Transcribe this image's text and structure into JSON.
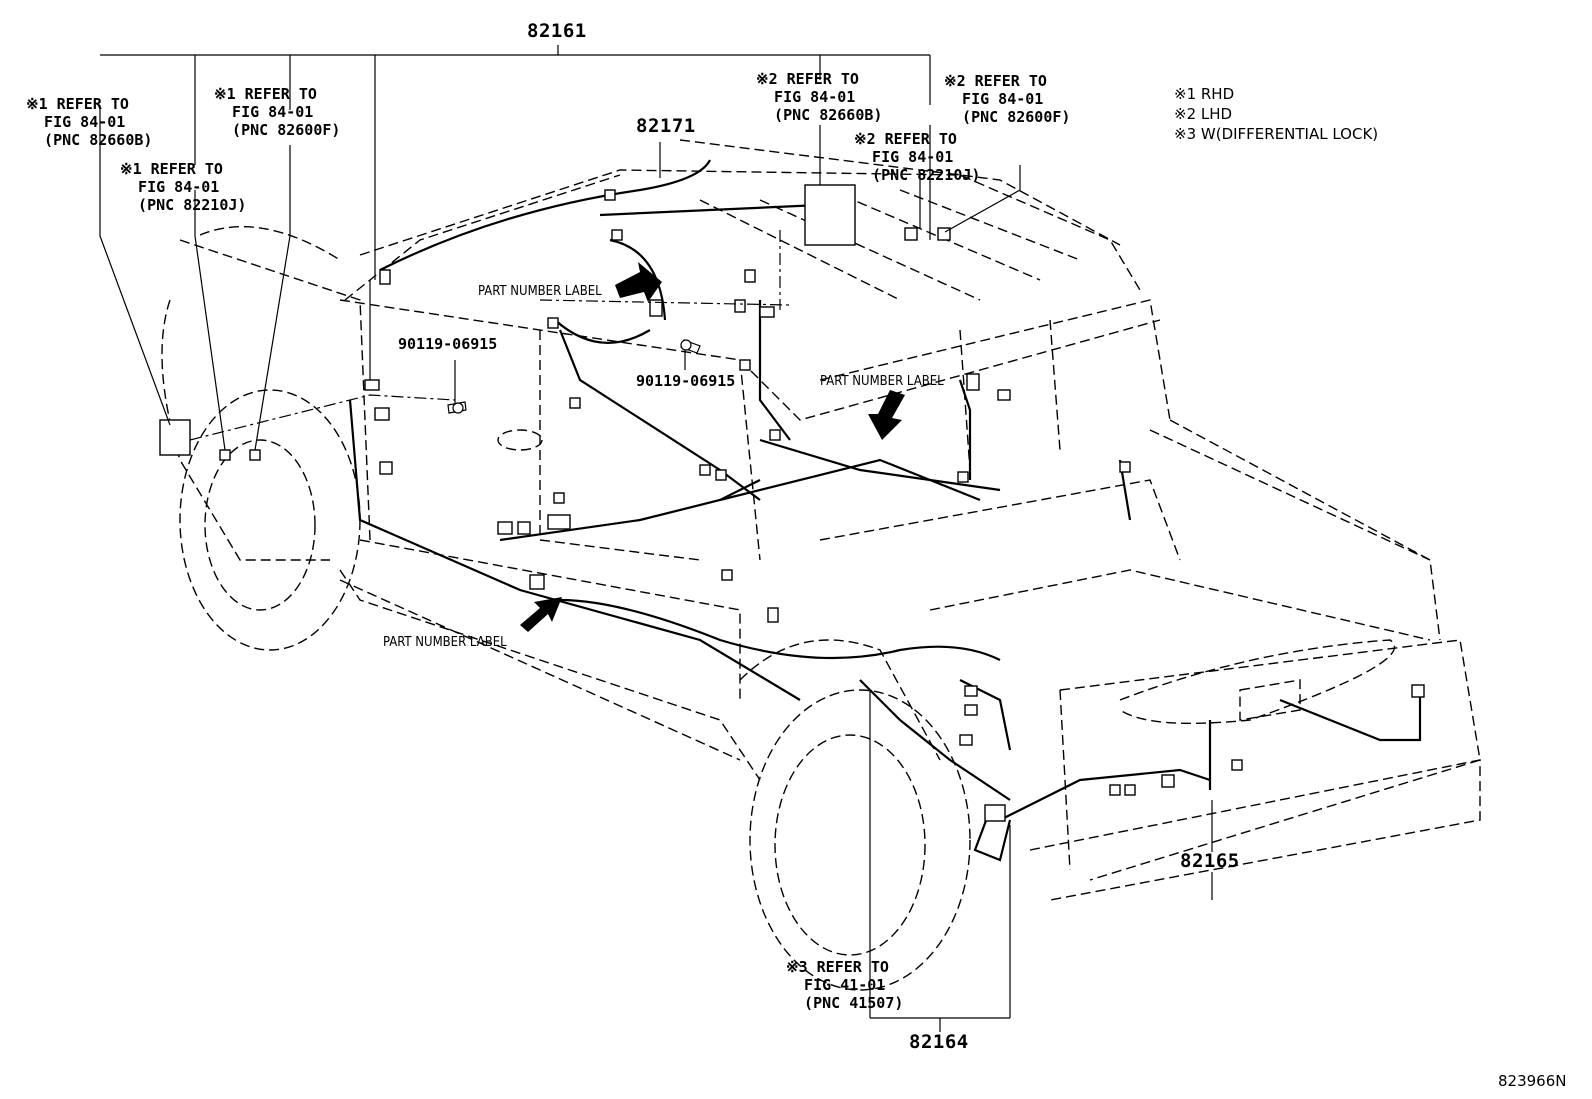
{
  "part_numbers": {
    "top": "82161",
    "roof": "82171",
    "rear": "82165",
    "bottom": "82164"
  },
  "refs": {
    "left1": "※1 REFER TO\n  FIG 84-01\n  (PNC 82660B)",
    "left2": "※1 REFER TO\n  FIG 84-01\n  (PNC 82600F)",
    "left3": "※1 REFER TO\n  FIG 84-01\n  (PNC 82210J)",
    "right1": "※2 REFER TO\n  FIG 84-01\n  (PNC 82660B)",
    "right2": "※2 REFER TO\n  FIG 84-01\n  (PNC 82600F)",
    "right3": "※2 REFER TO\n  FIG 84-01\n  (PNC 82210J)",
    "bottom": "※3 REFER TO\n  FIG 41-01\n  (PNC 41507)"
  },
  "legend": "※1 RHD\n※2 LHD\n※3 W(DIFFERENTIAL LOCK)",
  "bolts": {
    "a": "90119-06915",
    "b": "90119-06915"
  },
  "part_number_label": {
    "a": "PART NUMBER LABEL",
    "b": "PART NUMBER LABEL",
    "c": "PART NUMBER LABEL"
  },
  "figure_id": "823966N"
}
